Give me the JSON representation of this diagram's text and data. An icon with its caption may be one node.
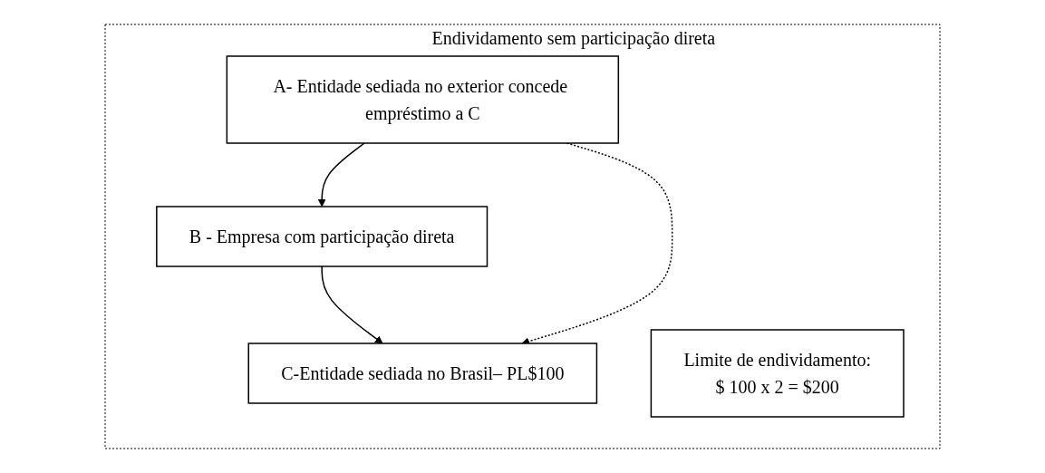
{
  "diagram": {
    "nodes": [
      {
        "text": [
          "Endividamento sem participação direta"
        ]
      },
      {
        "text": [
          "A- Entidade sediada no exterior concede empréstimo a C"
        ],
        "in": 0
      },
      {
        "text": [
          "B - Empresa com participação direta"
        ],
        "in": 0
      },
      {
        "text": [
          "C-Entidade sediada no Brasil– PL$100"
        ],
        "in": 0
      },
      {
        "text": [
          "Limite de endividamento:",
          "$ 100 x 2 = $200"
        ],
        "in": 0
      }
    ],
    "edges": [
      {
        "from": 1,
        "to": 2,
        "arrow": "to"
      },
      {
        "from": 2,
        "to": 3,
        "arrow": "to"
      },
      {
        "from": 1,
        "to": 3,
        "arrow": "to",
        "style": "dashed"
      }
    ]
  }
}
